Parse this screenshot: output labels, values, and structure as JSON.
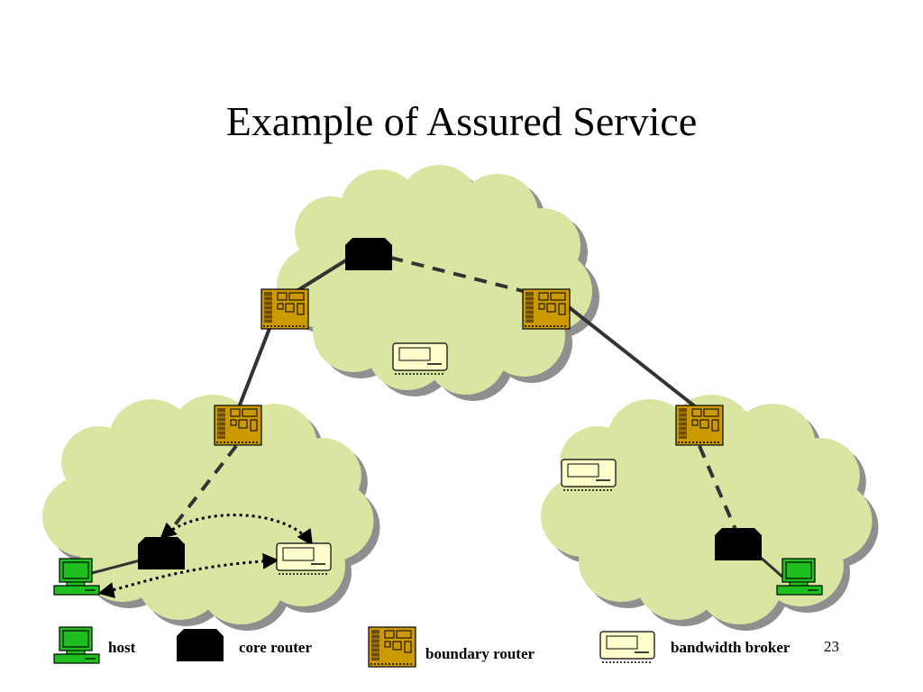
{
  "slide": {
    "title": "Example of Assured Service",
    "page_number": "23"
  },
  "legend": {
    "host": "host",
    "core_router": "core router",
    "boundary_router": "boundary router",
    "bandwidth_broker": "bandwidth broker"
  },
  "colors": {
    "cloud_fill": "#d9e6a2",
    "cloud_shadow": "#8f8f8f",
    "host_green": "#1fbf1f",
    "core_router": "#000000",
    "boundary_router": "#cc9900",
    "bandwidth_broker": "#ffffcc",
    "link": "#333333"
  },
  "icons": [
    "host-icon",
    "core-router-icon",
    "boundary-router-icon",
    "bandwidth-broker-icon",
    "cloud-icon"
  ]
}
